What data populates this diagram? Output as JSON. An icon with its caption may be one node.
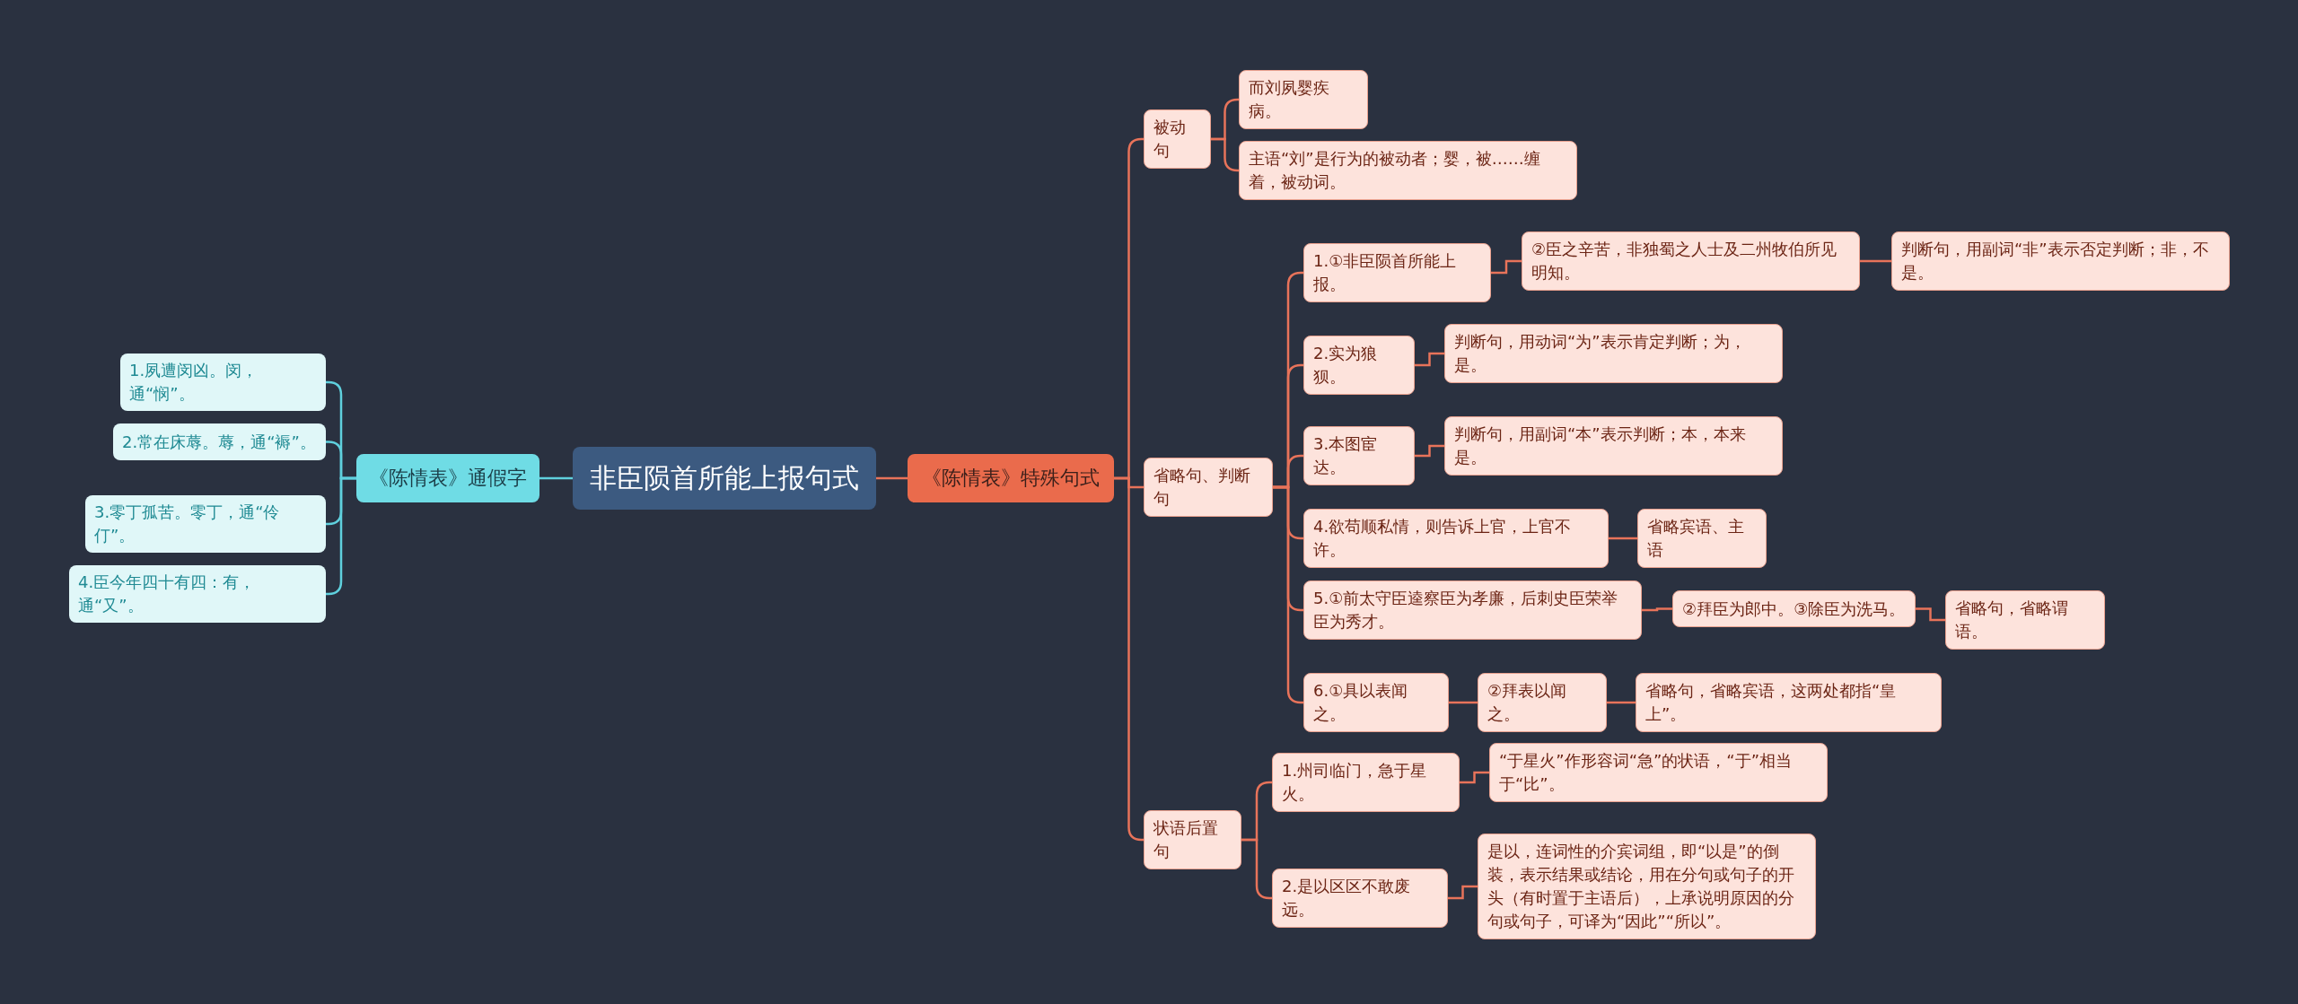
{
  "diagram": {
    "nodes": [
      {
        "text": [
          "非臣陨首所能上报句式"
        ]
      },
      {
        "text": [
          "《陈情表》通假字"
        ]
      },
      {
        "text": [
          "1.夙遭闵凶。闵，通“悯”。"
        ]
      },
      {
        "text": [
          "2.常在床蓐。蓐，通“褥”。"
        ]
      },
      {
        "text": [
          "3.零丁孤苦。零丁，通“伶仃”。"
        ]
      },
      {
        "text": [
          "4.臣今年四十有四：有，通“又”。"
        ]
      },
      {
        "text": [
          "《陈情表》特殊句式"
        ]
      },
      {
        "text": [
          "被动句"
        ]
      },
      {
        "text": [
          "而刘夙婴疾病。"
        ]
      },
      {
        "text": [
          "主语“刘”是行为的被动者；婴，被……缠着，被动词。"
        ]
      },
      {
        "text": [
          "省略句、判断句"
        ]
      },
      {
        "text": [
          "1.①非臣陨首所能上报。"
        ]
      },
      {
        "text": [
          "②臣之辛苦，非独蜀之人士及二州牧伯所见明知。"
        ]
      },
      {
        "text": [
          "判断句，用副词“非”表示否定判断；非，不是。"
        ]
      },
      {
        "text": [
          "2.实为狼狈。"
        ]
      },
      {
        "text": [
          "判断句，用动词“为”表示肯定判断；为，是。"
        ]
      },
      {
        "text": [
          "3.本图宦达。"
        ]
      },
      {
        "text": [
          "判断句，用副词“本”表示判断；本，本来是。"
        ]
      },
      {
        "text": [
          "4.欲苟顺私情，则告诉上官，上官不许。"
        ]
      },
      {
        "text": [
          "省略宾语、主语"
        ]
      },
      {
        "text": [
          "5.①前太守臣逵察臣为孝廉，后刺史臣荣举臣为秀才。"
        ]
      },
      {
        "text": [
          "②拜臣为郎中。③除臣为洗马。"
        ]
      },
      {
        "text": [
          "省略句，省略谓语。"
        ]
      },
      {
        "text": [
          "6.①具以表闻之。"
        ]
      },
      {
        "text": [
          "②拜表以闻之。"
        ]
      },
      {
        "text": [
          "省略句，省略宾语，这两处都指“皇上”。"
        ]
      },
      {
        "text": [
          "状语后置句"
        ]
      },
      {
        "text": [
          "1.州司临门，急于星火。"
        ]
      },
      {
        "text": [
          "“于星火”作形容词“急”的状语，“于”相当于“比”。"
        ]
      },
      {
        "text": [
          "2.是以区区不敢废远。"
        ]
      },
      {
        "text": [
          "是以，连词性的介宾词组，即“以是”的倒装，表示结果或结论，用在分句或句子的开头（有时置于主语后），上承说明原因的分句或句子，可译为“因此”“所以”。"
        ]
      }
    ],
    "edges": [
      {
        "from": 0,
        "to": 1,
        "arrow": "none",
        "color": "#5fd0dd"
      },
      {
        "from": 1,
        "to": 2,
        "arrow": "none",
        "color": "#5fd0dd"
      },
      {
        "from": 1,
        "to": 3,
        "arrow": "none",
        "color": "#5fd0dd"
      },
      {
        "from": 1,
        "to": 4,
        "arrow": "none",
        "color": "#5fd0dd"
      },
      {
        "from": 1,
        "to": 5,
        "arrow": "none",
        "color": "#5fd0dd"
      },
      {
        "from": 0,
        "to": 6,
        "arrow": "none"
      },
      {
        "from": 6,
        "to": 7,
        "arrow": "none"
      },
      {
        "from": 7,
        "to": 8,
        "arrow": "none"
      },
      {
        "from": 7,
        "to": 9,
        "arrow": "none"
      },
      {
        "from": 6,
        "to": 10,
        "arrow": "none"
      },
      {
        "from": 10,
        "to": 11,
        "arrow": "none"
      },
      {
        "from": 11,
        "to": 12,
        "arrow": "none"
      },
      {
        "from": 12,
        "to": 13,
        "arrow": "none"
      },
      {
        "from": 10,
        "to": 14,
        "arrow": "none"
      },
      {
        "from": 14,
        "to": 15,
        "arrow": "none"
      },
      {
        "from": 10,
        "to": 16,
        "arrow": "none"
      },
      {
        "from": 16,
        "to": 17,
        "arrow": "none"
      },
      {
        "from": 10,
        "to": 18,
        "arrow": "none"
      },
      {
        "from": 18,
        "to": 19,
        "arrow": "none"
      },
      {
        "from": 10,
        "to": 20,
        "arrow": "none"
      },
      {
        "from": 20,
        "to": 21,
        "arrow": "none"
      },
      {
        "from": 21,
        "to": 22,
        "arrow": "none"
      },
      {
        "from": 10,
        "to": 23,
        "arrow": "none"
      },
      {
        "from": 23,
        "to": 24,
        "arrow": "none"
      },
      {
        "from": 24,
        "to": 25,
        "arrow": "none"
      },
      {
        "from": 6,
        "to": 26,
        "arrow": "none"
      },
      {
        "from": 26,
        "to": 27,
        "arrow": "none"
      },
      {
        "from": 27,
        "to": 28,
        "arrow": "none"
      },
      {
        "from": 26,
        "to": 29,
        "arrow": "none"
      },
      {
        "from": 29,
        "to": 30,
        "arrow": "none"
      }
    ]
  }
}
